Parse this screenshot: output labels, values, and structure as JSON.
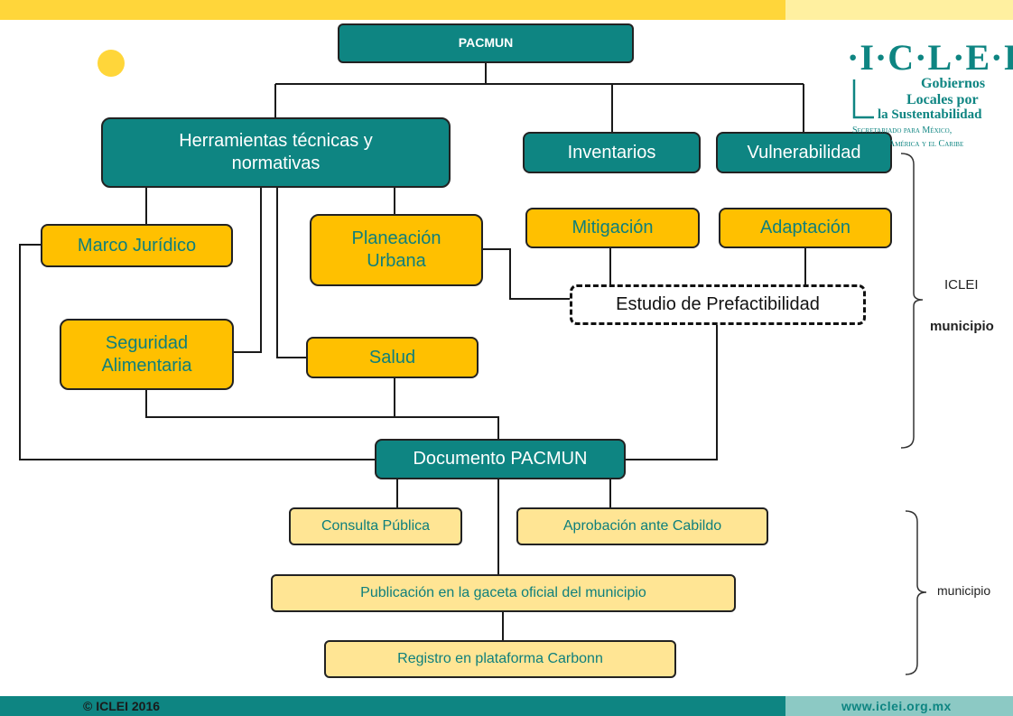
{
  "footer": {
    "copyright": "© ICLEI 2016",
    "url": "www.iclei.org.mx"
  },
  "logo": {
    "brand": "·I·C·L·E·I",
    "line1": "Gobiernos",
    "line2": "Locales por",
    "line3": "la Sustentabilidad",
    "line4": "Secretariado para México,",
    "line5": "América y el Caribe"
  },
  "nodes": {
    "pacmun": "PACMUN",
    "herramientas": "Herramientas técnicas y normativas",
    "inventarios": "Inventarios",
    "vulnerabilidad": "Vulnerabilidad",
    "marco_juridico": "Marco Jurídico",
    "planeacion_urbana": "Planeación Urbana",
    "mitigacion": "Mitigación",
    "adaptacion": "Adaptación",
    "estudio": "Estudio de Prefactibilidad",
    "seguridad_alimentaria": "Seguridad Alimentaria",
    "salud": "Salud",
    "documento": "Documento PACMUN",
    "consulta": "Consulta Pública",
    "aprobacion": "Aprobación ante Cabildo",
    "publicacion": "Publicación en la gaceta oficial del municipio",
    "registro": "Registro en plataforma Carbonn"
  },
  "side_labels": {
    "iclei": "ICLEI",
    "municipio_upper": "municipio",
    "municipio_lower": "municipio"
  },
  "colors": {
    "teal": "#0E8582",
    "yellow": "#FFC000",
    "pale_yellow": "#FFE594",
    "accent_yellow": "#FFD63A"
  }
}
